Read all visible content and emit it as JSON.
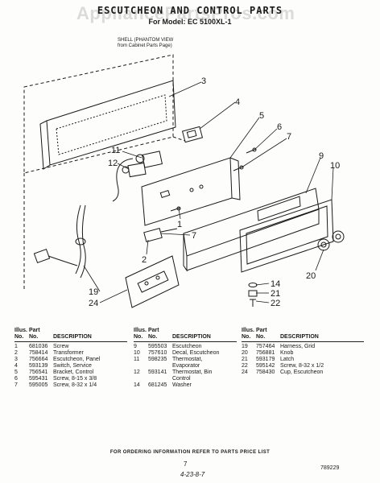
{
  "header": {
    "title": "ESCUTCHEON AND CONTROL PARTS",
    "model": "For Model: EC 5100XL-1",
    "watermark": "AppliancePartsPros.com"
  },
  "view_note": {
    "line1": "SHELL (PHANTOM VIEW",
    "line2": "from Cabinet Parts Page)"
  },
  "callouts": [
    "3",
    "4",
    "5",
    "6",
    "7",
    "9",
    "10",
    "11",
    "12",
    "1",
    "7",
    "2",
    "20",
    "14",
    "21",
    "22",
    "19",
    "24"
  ],
  "parts_table": {
    "headers": {
      "illus": "Illus.",
      "illus2": "No.",
      "part": "Part",
      "part2": "No.",
      "desc": "DESCRIPTION"
    },
    "col1": [
      {
        "illus": "1",
        "part": "681036",
        "desc": "Screw"
      },
      {
        "illus": "2",
        "part": "758414",
        "desc": "Transformer"
      },
      {
        "illus": "3",
        "part": "756664",
        "desc": "Escutcheon, Panel"
      },
      {
        "illus": "4",
        "part": "593139",
        "desc": "Switch, Service"
      },
      {
        "illus": "5",
        "part": "756541",
        "desc": "Bracket, Control"
      },
      {
        "illus": "6",
        "part": "595431",
        "desc": "Screw, 8-15 x 3/8"
      },
      {
        "illus": "7",
        "part": "595005",
        "desc": "Screw, 8-32 x 1/4"
      }
    ],
    "col2": [
      {
        "illus": "9",
        "part": "595503",
        "desc": "Escutcheon"
      },
      {
        "illus": "10",
        "part": "757610",
        "desc": "Decal, Escutcheon"
      },
      {
        "illus": "11",
        "part": "598235",
        "desc": "Thermostat,"
      },
      {
        "illus": "",
        "part": "",
        "desc": "Evaporator"
      },
      {
        "illus": "12",
        "part": "593141",
        "desc": "Thermostat, Bin"
      },
      {
        "illus": "",
        "part": "",
        "desc": "Control"
      },
      {
        "illus": "14",
        "part": "681245",
        "desc": "Washer"
      }
    ],
    "col3": [
      {
        "illus": "19",
        "part": "757464",
        "desc": "Harness, Grid"
      },
      {
        "illus": "20",
        "part": "756881",
        "desc": "Knob"
      },
      {
        "illus": "21",
        "part": "593179",
        "desc": "Latch"
      },
      {
        "illus": "22",
        "part": "595142",
        "desc": "Screw, 8-32 x 1/2"
      },
      {
        "illus": "24",
        "part": "758430",
        "desc": "Cup, Escutcheon"
      }
    ]
  },
  "footer": {
    "note": "FOR ORDERING INFORMATION REFER TO PARTS PRICE LIST",
    "page": "7",
    "date": "4-23-8-7",
    "doc_number": "789229"
  }
}
